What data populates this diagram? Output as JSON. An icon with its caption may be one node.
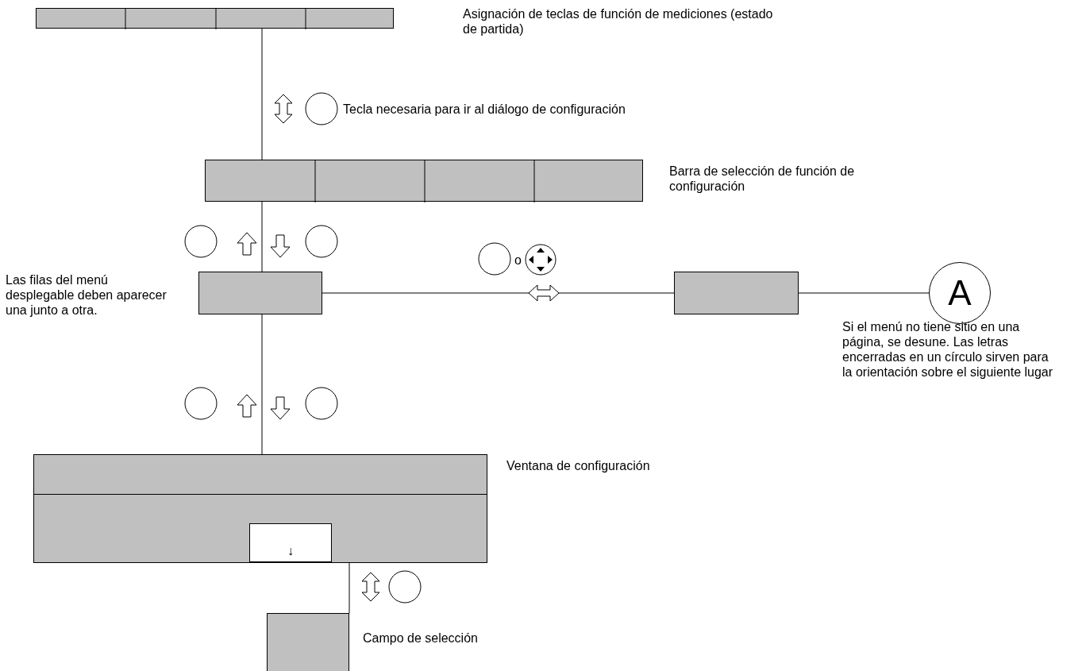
{
  "diagram": {
    "nodes": [
      {
        "text": [],
        "shape": "bar"
      },
      {
        "text": [],
        "shape": "bar",
        "beside": [
          "Barra de selección de función de configuración"
        ]
      },
      {
        "text": [],
        "shape": "box",
        "beside": [
          "Las filas del menú desplegable deben aparecer una junto a otra."
        ]
      },
      {
        "text": [],
        "shape": "box"
      },
      {
        "text": [
          "A"
        ],
        "beside": [
          "Si el menú no tiene sitio en una página, se desune. Las letras encerradas en un círculo sirven para la orientación sobre el siguiente lugar"
        ]
      },
      {
        "text": [],
        "shape": "box",
        "beside": [
          "Ventana de configuración"
        ]
      },
      {
        "text": [
          "↓"
        ],
        "in": 5
      },
      {
        "text": [],
        "shape": "box",
        "beside": [
          "Campo de selección"
        ]
      }
    ],
    "edges": [
      {
        "from": 0,
        "to": 1,
        "arrow": "none"
      },
      {
        "from": 1,
        "to": 2,
        "arrow": "none"
      },
      {
        "from": 2,
        "to": 3,
        "arrow": "none"
      },
      {
        "from": 3,
        "to": 4,
        "arrow": "none"
      },
      {
        "from": 2,
        "to": 5,
        "arrow": "none"
      },
      {
        "from": 6,
        "to": 7,
        "arrow": "none"
      }
    ],
    "labels": [
      "Asignación de teclas de función de mediciones (estado de partida)",
      "Tecla necesaria para ir al diálogo de configuración",
      "o"
    ]
  }
}
